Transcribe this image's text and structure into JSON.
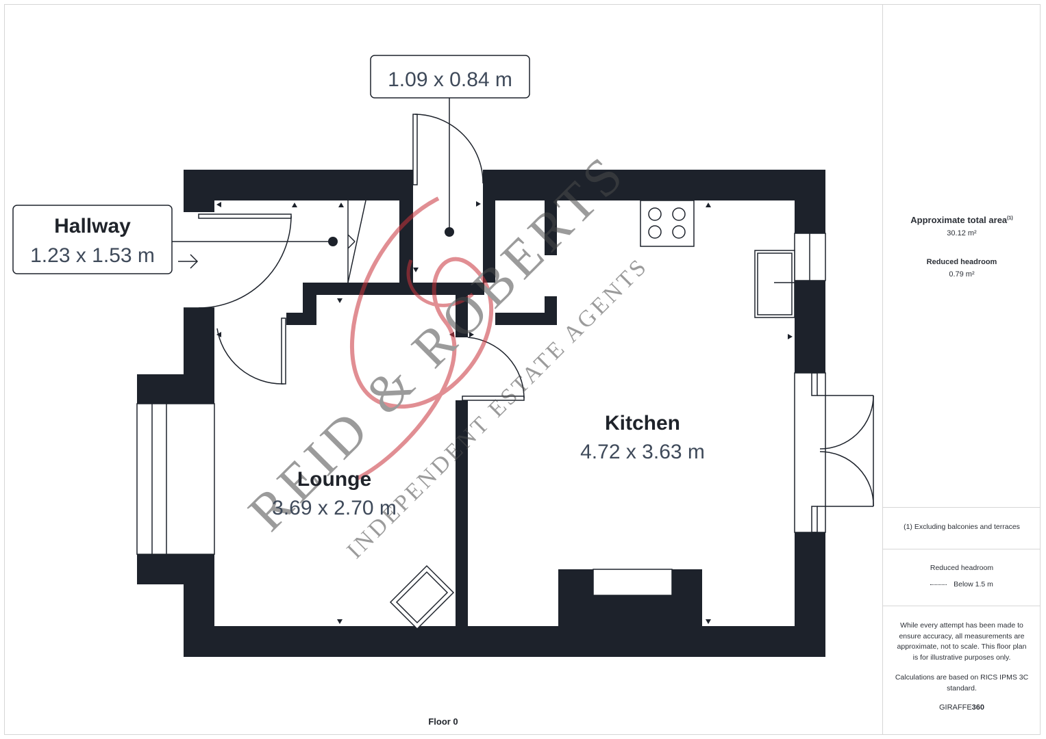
{
  "rooms": {
    "hallway": {
      "name": "Hallway",
      "dims": "1.23 x 1.53 m"
    },
    "cupboard": {
      "dims": "1.09 x 0.84 m"
    },
    "kitchen": {
      "name": "Kitchen",
      "dims": "4.72 x 3.63 m"
    },
    "lounge": {
      "name": "Lounge",
      "dims": "3.69 x 2.70 m"
    }
  },
  "floor_label": "Floor 0",
  "watermark": {
    "line1": "REID & ROBERTS",
    "line2": "INDEPENDENT ESTATE AGENTS"
  },
  "sidebar": {
    "total_area_label": "Approximate total area",
    "total_area_footnote": "(1)",
    "total_area_value": "30.12 m²",
    "reduced_headroom_label": "Reduced headroom",
    "reduced_headroom_value": "0.79 m²",
    "footnote": "(1) Excluding balconies and terraces",
    "legend_title": "Reduced headroom",
    "legend_item": "Below 1.5 m",
    "disclaimer": "While every attempt has been made to ensure accuracy, all measurements are approximate, not to scale. This floor plan is for illustrative purposes only.",
    "calc_note": "Calculations are based on RICS IPMS 3C standard.",
    "brand_a": "GIRAFFE",
    "brand_b": "360"
  },
  "colors": {
    "wall": "#1d222b",
    "text": "#1f232a",
    "dims_text": "#3f4a5a",
    "watermark_red": "#c9333b",
    "watermark_grey": "#4a4a4a"
  }
}
